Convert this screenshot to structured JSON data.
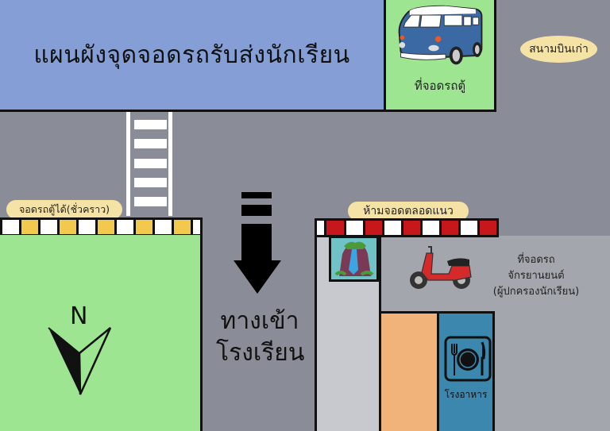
{
  "title": "แผนผังจุดจอดรถรับส่งนักเรียน",
  "labels": {
    "van_parking": "ที่จอดรถตู้",
    "old_airport": "สนามบินเก่า",
    "temp_van_parking": "จอดรถตู้ได้(ชั่วคราว)",
    "no_parking": "ห้ามจอดตลอดแนว",
    "motorcycle_parking_line1": "ที่จอดรถ",
    "motorcycle_parking_line2": "จักรยานยนต์",
    "motorcycle_parking_line3": "(ผู้ปกครองนักเรียน)",
    "school_entrance_line1": "ทางเข้า",
    "school_entrance_line2": "โรงเรียน",
    "canteen": "โรงอาหาร",
    "compass_north": "N"
  },
  "icons": {
    "van": "van-icon",
    "motorcycle": "scooter-icon",
    "waterfall": "waterfall-icon",
    "canteen": "plate-fork-knife-icon",
    "compass": "north-arrow-icon",
    "direction": "down-arrow-icon"
  },
  "colors": {
    "road": "#8a8c97",
    "title_block": "#859fd6",
    "grass": "#9ee592",
    "curb_yellow": "#f2c94c",
    "curb_red": "#c8161d",
    "label_pill": "#f5e3a6",
    "canteen": "#3b87ae",
    "orange_building": "#f1b379"
  },
  "curbs": {
    "left_pattern": [
      "white",
      "yellow",
      "white",
      "yellow",
      "white",
      "yellow",
      "white",
      "yellow",
      "white",
      "yellow",
      "white"
    ],
    "right_pattern": [
      "white",
      "red",
      "white",
      "red",
      "white",
      "red",
      "white",
      "red",
      "white",
      "red"
    ]
  }
}
